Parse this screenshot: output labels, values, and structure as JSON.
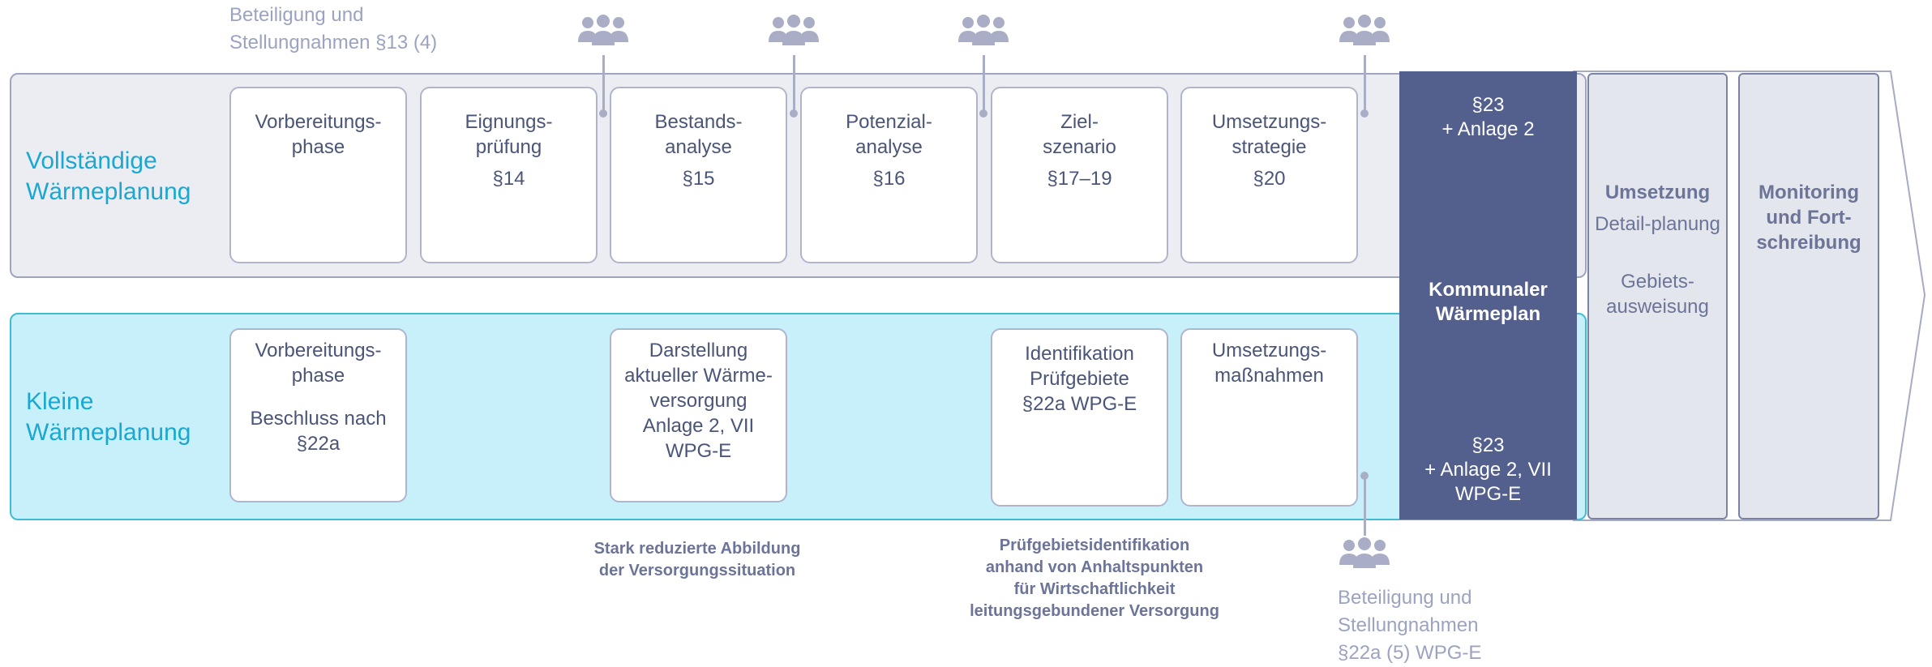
{
  "participation_top": {
    "line1": "Beteiligung und",
    "line2": "Stellungnahmen §13 (4)"
  },
  "participation_bottom": {
    "line1": "Beteiligung und",
    "line2": "Stellungnahmen",
    "line3": "§22a (5) WPG-E"
  },
  "full": {
    "label": {
      "line1": "Vollständige",
      "line2": "Wärmeplanung"
    },
    "boxes": [
      {
        "l1": "Vorbereitungs-",
        "l2": "phase",
        "l3": ""
      },
      {
        "l1": "Eignungs-",
        "l2": "prüfung",
        "l3": "§14"
      },
      {
        "l1": "Bestands-",
        "l2": "analyse",
        "l3": "§15"
      },
      {
        "l1": "Potenzial-",
        "l2": "analyse",
        "l3": "§16"
      },
      {
        "l1": "Ziel-",
        "l2": "szenario",
        "l3": "§17–19"
      },
      {
        "l1": "Umsetzungs-",
        "l2": "strategie",
        "l3": "§20"
      }
    ]
  },
  "small": {
    "label": {
      "line1": "Kleine",
      "line2": "Wärmeplanung"
    },
    "box1": {
      "l1": "Vorbereitungs-",
      "l2": "phase",
      "l3": "Beschluss nach",
      "l4": "§22a"
    },
    "box2": {
      "l1": "Darstellung",
      "l2": "aktueller Wärme-",
      "l3": "versorgung",
      "l4": "Anlage 2, VII",
      "l5": "WPG-E"
    },
    "box3": {
      "l1": "Identifikation",
      "l2": "Prüfgebiete",
      "l3": "§22a WPG-E"
    },
    "box4": {
      "l1": "Umsetzungs-",
      "l2": "maßnahmen"
    }
  },
  "plan": {
    "top_l1": "§23",
    "top_l2": "+ Anlage 2",
    "mid_l1": "Kommunaler",
    "mid_l2": "Wärmeplan",
    "bot_l1": "§23",
    "bot_l2": "+ Anlage 2, VII",
    "bot_l3": "WPG-E"
  },
  "umsetzung": {
    "title": "Umsetzung",
    "item1": "Detail-planung",
    "item2_l1": "Gebiets-",
    "item2_l2": "ausweisung"
  },
  "monitoring": {
    "l1": "Monitoring",
    "l2": "und Fort-",
    "l3": "schreibung"
  },
  "notes": {
    "reduced": {
      "l1": "Stark reduzierte Abbildung",
      "l2": "der Versorgungssituation"
    },
    "pruef": {
      "l1": "Prüfgebietsidentifikation",
      "l2": "anhand von Anhaltspunkten",
      "l3": "für Wirtschaftlichkeit",
      "l4": "leitungsgebundener Versorgung"
    }
  },
  "colors": {
    "accent": "#1aa8d0",
    "plan": "#535f8d",
    "full_band": "#ecedf3",
    "small_band": "#c7f0fb"
  },
  "icons": [
    "people-icon"
  ]
}
